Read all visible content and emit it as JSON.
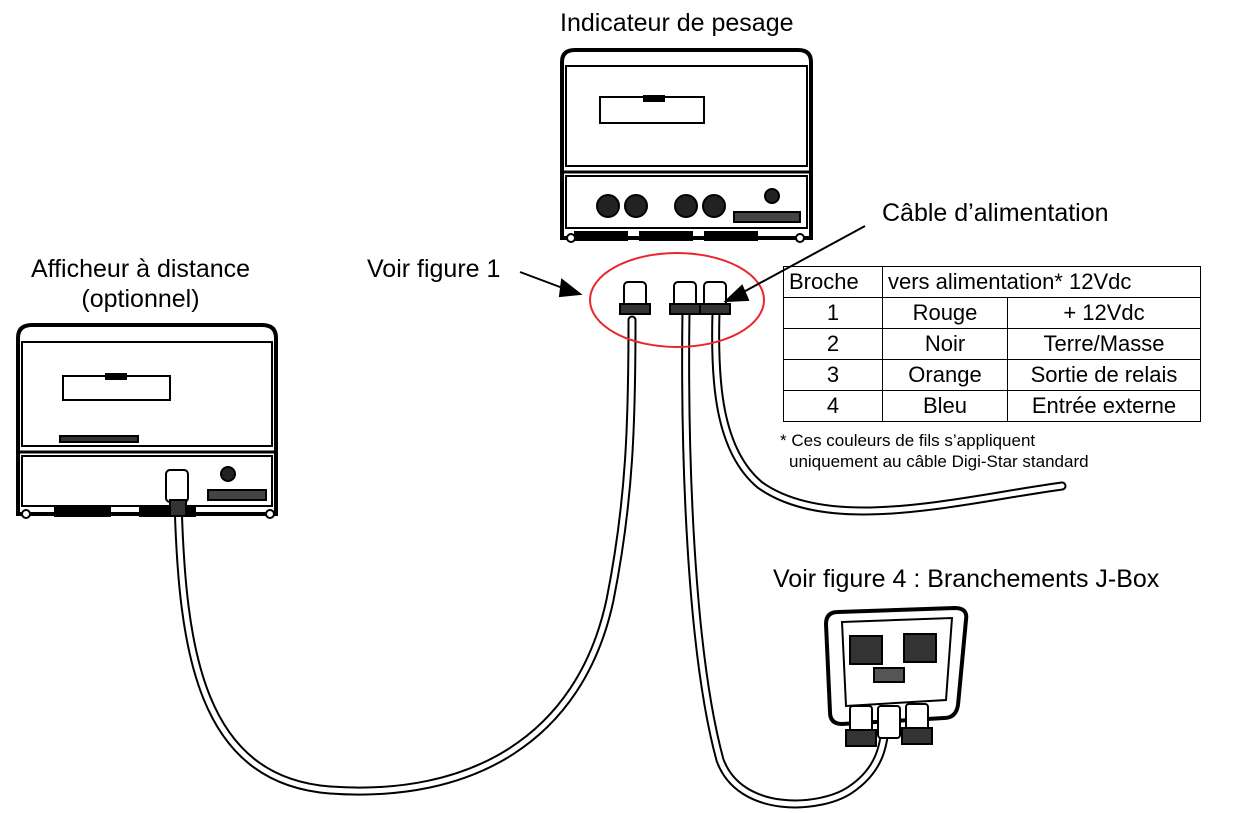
{
  "labels": {
    "indicator": "Indicateur de pesage",
    "remote_display_line1": "Afficheur à distance",
    "remote_display_line2": "(optionnel)",
    "see_figure_1": "Voir figure 1",
    "power_cable": "Câble d’alimentation",
    "see_figure_4": "Voir figure 4 : Branchements J-Box"
  },
  "pin_table": {
    "header_col1": "Broche",
    "header_col2": "vers alimentation* 12Vdc",
    "rows": [
      {
        "pin": "1",
        "color": "Rouge",
        "function": "+ 12Vdc"
      },
      {
        "pin": "2",
        "color": "Noir",
        "function": "Terre/Masse"
      },
      {
        "pin": "3",
        "color": "Orange",
        "function": "Sortie de relais"
      },
      {
        "pin": "4",
        "color": "Bleu",
        "function": "Entrée externe"
      }
    ]
  },
  "footnote": {
    "line1": "* Ces couleurs de fils s’appliquent",
    "line2": "uniquement au câble Digi-Star standard"
  },
  "colors": {
    "highlight_ellipse": "#e8262c"
  }
}
